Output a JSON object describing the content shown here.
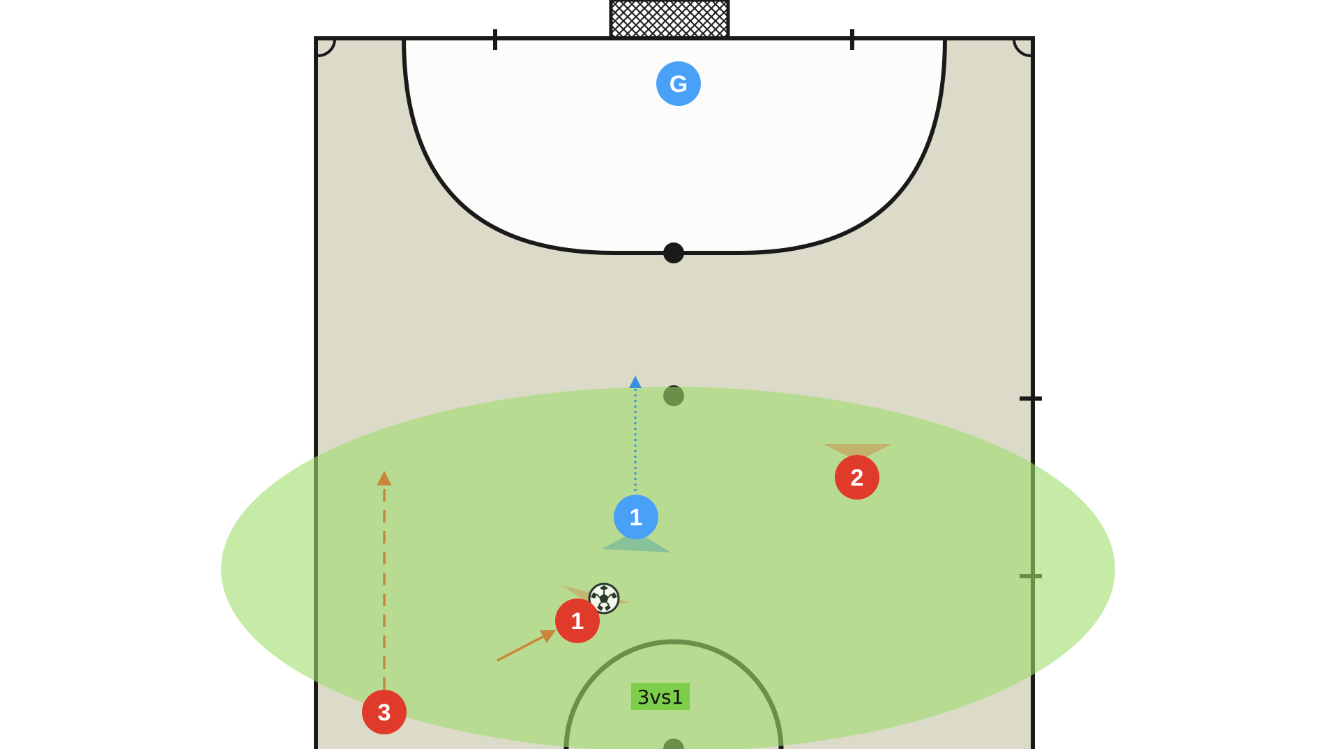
{
  "diagram": {
    "zone_label": "3vs1",
    "colors": {
      "court": "#dcdac8",
      "penalty_area": "#fcfcfa",
      "lines": "#1a1a1a",
      "zone": "#b4e696",
      "attacker": "#e03a2a",
      "defender": "#49a0f7",
      "attacker_run": "#c8863a",
      "defender_run": "#3aa0e0",
      "zone_label_bg": "#7dce4a"
    },
    "players": [
      {
        "id": "goalkeeper",
        "team": "defender",
        "label": "G"
      },
      {
        "id": "defender-1",
        "team": "defender",
        "label": "1"
      },
      {
        "id": "attacker-1",
        "team": "attacker",
        "label": "1"
      },
      {
        "id": "attacker-2",
        "team": "attacker",
        "label": "2"
      },
      {
        "id": "attacker-3",
        "team": "attacker",
        "label": "3"
      }
    ],
    "ball": {
      "icon": "soccer-ball-icon"
    }
  }
}
